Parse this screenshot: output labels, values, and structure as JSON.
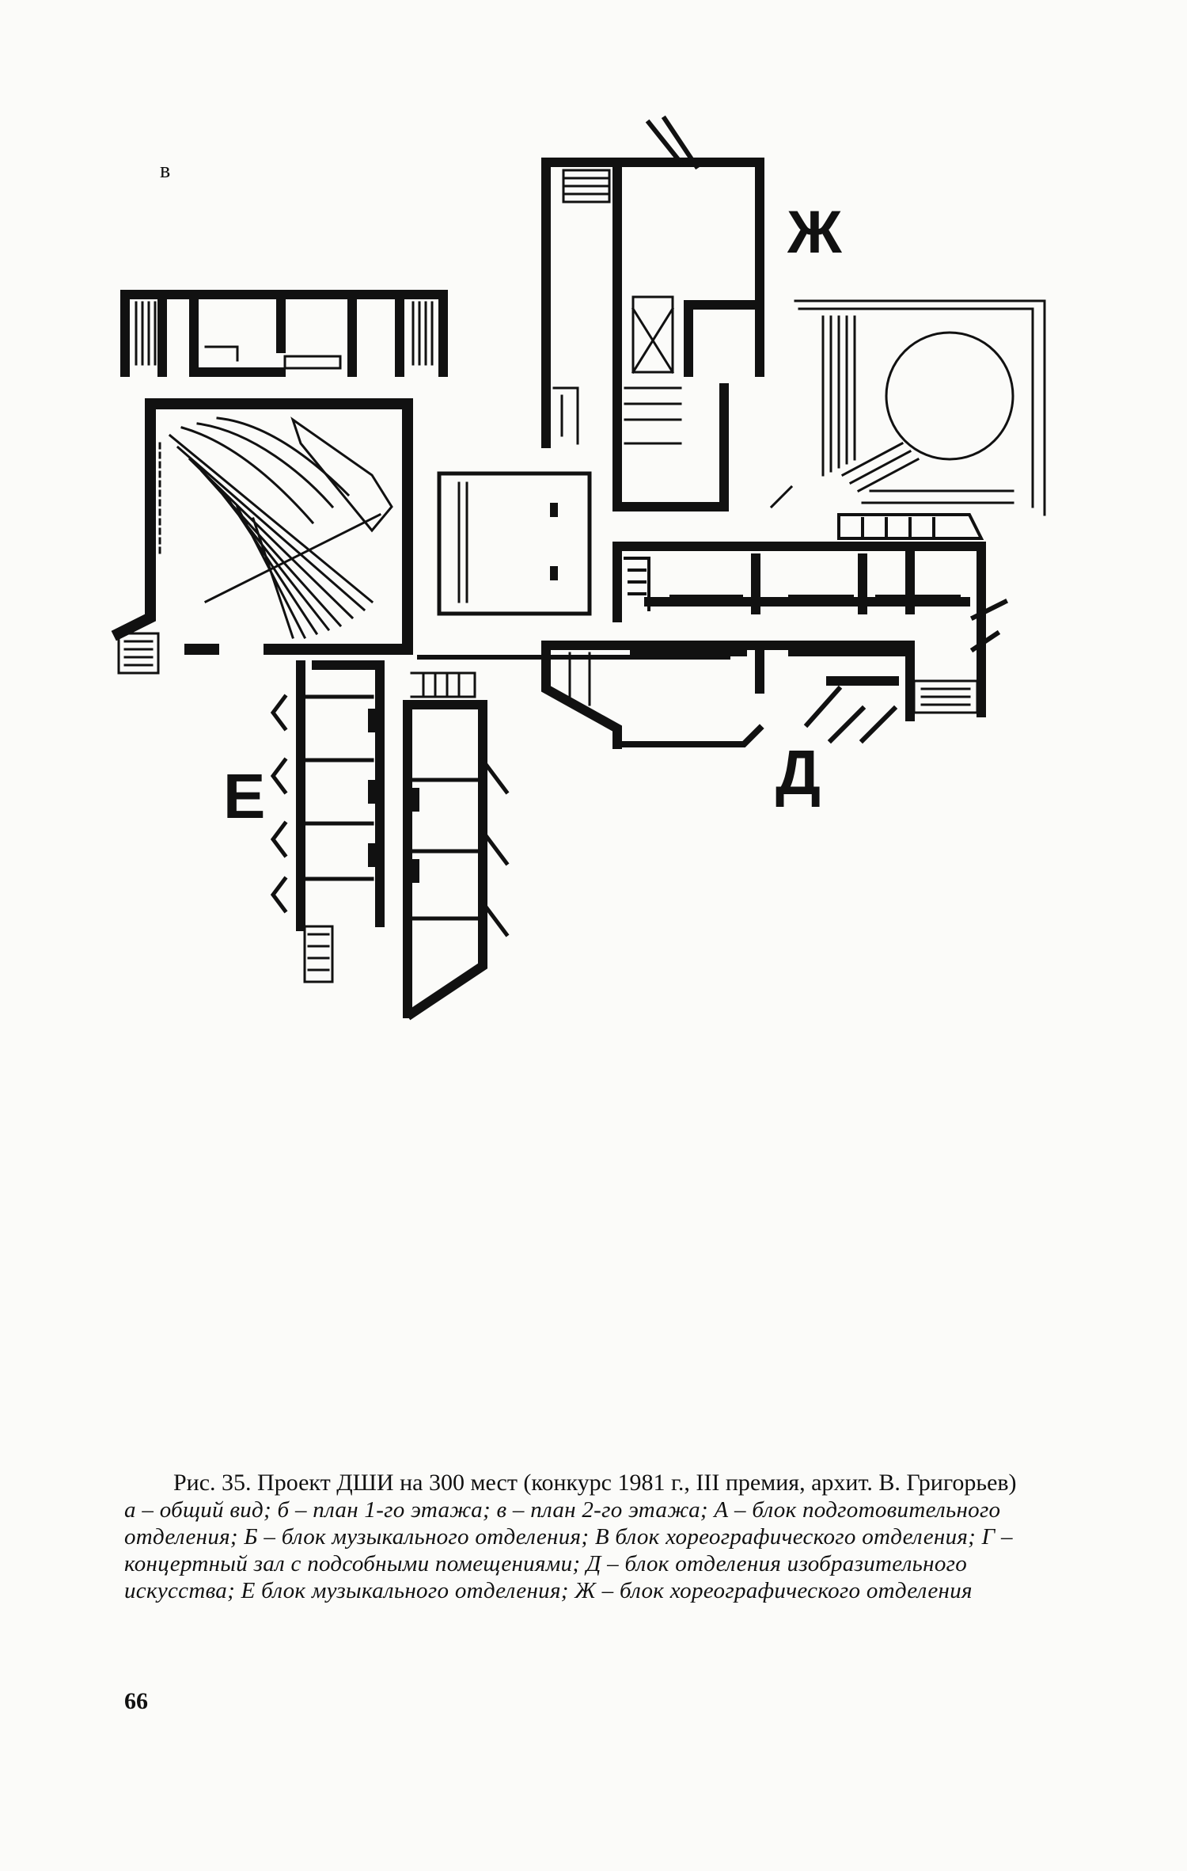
{
  "figure": {
    "panel_letter": "в",
    "block_labels": {
      "zh": "Ж",
      "d": "Д",
      "e": "Е"
    }
  },
  "caption": {
    "title": "Рис. 35. Проект ДШИ на 300 мест (конкурс 1981 г., III премия, архит. В. Григорьев)",
    "legend": "а – общий вид; б – план 1-го этажа; в – план 2-го этажа; А – блок подготовительного отделения; Б – блок музыкального отделения; В блок хореографического отделения; Г – концертный зал с подсобными помещениями; Д – блок отделения изобразительного искусства; Е блок музыкального отделения; Ж – блок хореографического отделения"
  },
  "page_number": "66"
}
